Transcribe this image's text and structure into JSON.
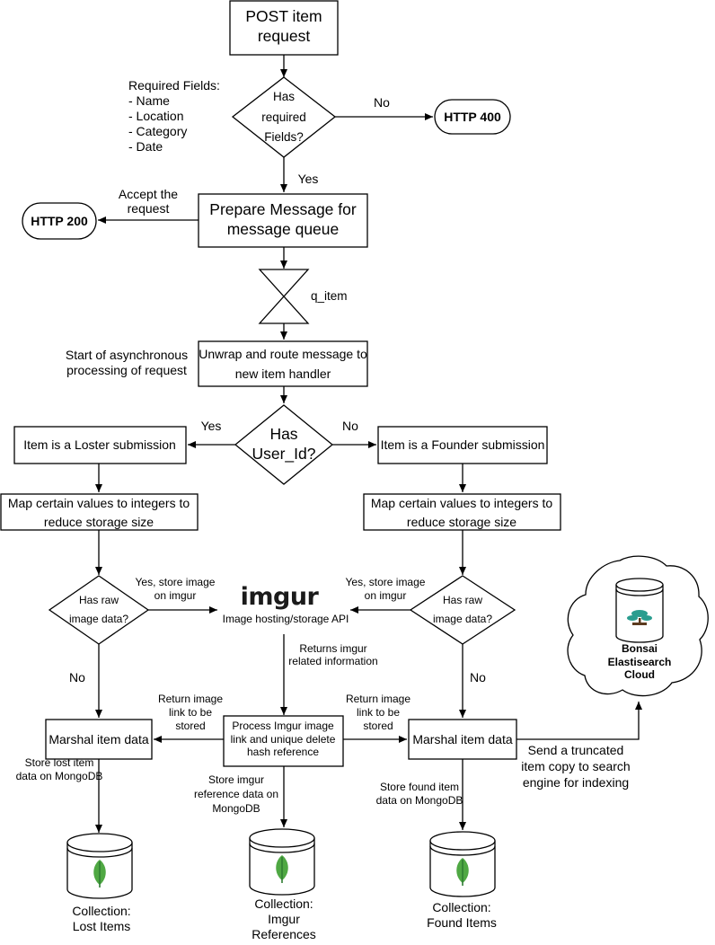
{
  "nodes": {
    "post_request": [
      "POST item",
      "request"
    ],
    "has_required_fields": [
      "Has",
      "required",
      "Fields?"
    ],
    "http_400": "HTTP 400",
    "prepare_message": [
      "Prepare Message for",
      "message queue"
    ],
    "http_200": "HTTP 200",
    "queue_name": "q_item",
    "unwrap_route": [
      "Unwrap and route message to",
      "new item handler"
    ],
    "has_user_id": [
      "Has",
      "User_Id?"
    ],
    "loster_submission": "Item is a Loster submission",
    "founder_submission": "Item is a Founder submission",
    "map_values_left": [
      "Map certain values to integers to",
      "reduce storage size"
    ],
    "map_values_right": [
      "Map certain values to integers to",
      "reduce storage size"
    ],
    "has_raw_image_left": [
      "Has raw",
      "image data?"
    ],
    "has_raw_image_right": [
      "Has raw",
      "image data?"
    ],
    "imgur_logo": "imgur",
    "imgur_api": "Image hosting/storage API",
    "process_imgur": [
      "Process Imgur image",
      "link and unique delete",
      "hash reference"
    ],
    "marshal_left": "Marshal item data",
    "marshal_right": "Marshal item data",
    "bonsai": [
      "Bonsai",
      "Elastisearch",
      "Cloud"
    ],
    "db_lost": [
      "Collection:",
      "Lost Items"
    ],
    "db_imgur": [
      "Collection:",
      "Imgur",
      "References"
    ],
    "db_found": [
      "Collection:",
      "Found Items"
    ]
  },
  "labels": {
    "required_fields": [
      "Required Fields:",
      "- Name",
      "- Location",
      "- Category",
      "- Date"
    ],
    "no_1": "No",
    "yes_1": "Yes",
    "accept_request": [
      "Accept the",
      "request"
    ],
    "async_start": [
      "Start of asynchronous",
      "processing of request"
    ],
    "yes_2": "Yes",
    "no_2": "No",
    "store_imgur_left": [
      "Yes, store image",
      "on imgur"
    ],
    "store_imgur_right": [
      "Yes, store image",
      "on imgur"
    ],
    "returns_imgur": [
      "Returns imgur",
      "related information"
    ],
    "no_left": "No",
    "no_right": "No",
    "return_link_left": [
      "Return image",
      "link to be",
      "stored"
    ],
    "return_link_right": [
      "Return image",
      "link to be",
      "stored"
    ],
    "store_lost": [
      "Store lost item",
      "data on MongoDB"
    ],
    "store_imgur_ref": [
      "Store imgur",
      "reference data on",
      "MongoDB"
    ],
    "store_found": [
      "Store found item",
      "data on MongoDB"
    ],
    "send_truncated": [
      "Send a truncated",
      "item copy to search",
      "engine for indexing"
    ]
  },
  "colors": {
    "line": "#000000",
    "mongodb_leaf": "#4fa843",
    "mongodb_leaf_dark": "#2f7d32",
    "bonsai_tree": "#2a9d8f",
    "imgur_text": "#1b1b1b"
  },
  "icons": {
    "database": "cylinder-database-icon",
    "mongodb": "mongodb-leaf-icon",
    "bonsai": "bonsai-tree-icon",
    "queue": "hourglass-queue-icon",
    "cloud": "cloud-icon"
  }
}
